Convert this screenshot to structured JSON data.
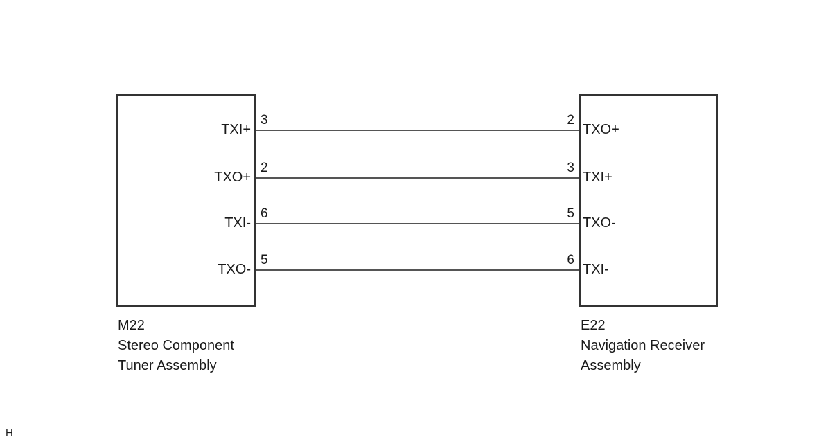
{
  "diagram": {
    "type": "wiring-connector-diagram",
    "page_marker": "H",
    "left_connector": {
      "code": "M22",
      "name_line1": "Stereo Component",
      "name_line2": "Tuner Assembly",
      "pins": [
        {
          "label": "TXI+",
          "number": "3"
        },
        {
          "label": "TXO+",
          "number": "2"
        },
        {
          "label": "TXI-",
          "number": "6"
        },
        {
          "label": "TXO-",
          "number": "5"
        }
      ]
    },
    "right_connector": {
      "code": "E22",
      "name_line1": "Navigation Receiver",
      "name_line2": "Assembly",
      "pins": [
        {
          "label": "TXO+",
          "number": "2"
        },
        {
          "label": "TXI+",
          "number": "3"
        },
        {
          "label": "TXO-",
          "number": "5"
        },
        {
          "label": "TXI-",
          "number": "6"
        }
      ]
    },
    "connections": [
      {
        "from_pin": "3",
        "from_label": "TXI+",
        "to_pin": "2",
        "to_label": "TXO+"
      },
      {
        "from_pin": "2",
        "from_label": "TXO+",
        "to_pin": "3",
        "to_label": "TXI+"
      },
      {
        "from_pin": "6",
        "from_label": "TXI-",
        "to_pin": "5",
        "to_label": "TXO-"
      },
      {
        "from_pin": "5",
        "from_label": "TXO-",
        "to_pin": "6",
        "to_label": "TXI-"
      }
    ],
    "colors": {
      "box_border": "#333333",
      "wire": "#555555",
      "text": "#1a1a1a",
      "background": "#ffffff"
    }
  }
}
